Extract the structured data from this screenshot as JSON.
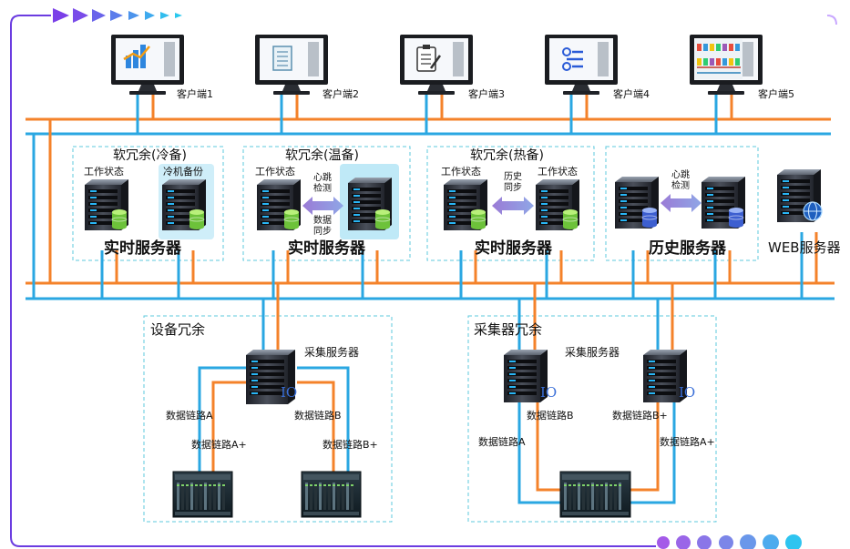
{
  "clients": [
    {
      "label": "客户端1",
      "screen": "bar-chart-icon"
    },
    {
      "label": "客户端2",
      "screen": "document-icon"
    },
    {
      "label": "客户端3",
      "screen": "clipboard-icon"
    },
    {
      "label": "客户端4",
      "screen": "flow-icon"
    },
    {
      "label": "客户端5",
      "screen": "process-screen-icon"
    }
  ],
  "groups": {
    "cold": {
      "title": "软冗余(冷备)",
      "left_status": "工作状态",
      "right_status": "冷机备份",
      "server": "实时服务器"
    },
    "warm": {
      "title": "软冗余(温备)",
      "left_status": "工作状态",
      "heartbeat": "心跳\n检测",
      "sync": "数据\n同步",
      "server": "实时服务器"
    },
    "hot": {
      "title": "软冗余(热备)",
      "left_status": "工作状态",
      "sync": "历史\n同步",
      "right_status": "工作状态",
      "server": "实时服务器"
    },
    "history": {
      "heartbeat": "心跳\n检测",
      "server": "历史服务器"
    },
    "web": {
      "server": "WEB服务器"
    }
  },
  "device": {
    "title": "设备冗余",
    "collector": "采集服务器",
    "io": "IO",
    "link_a": "数据链路A",
    "link_a2": "数据链路A+",
    "link_b": "数据链路B",
    "link_b2": "数据链路B+"
  },
  "collector_group": {
    "title": "采集器冗余",
    "collector": "采集服务器",
    "io_left": "IO",
    "io_right": "IO",
    "link_b": "数据链路B",
    "link_b2": "数据链路B+",
    "link_a": "数据链路A",
    "link_a2": "数据链路A+"
  },
  "colors": {
    "orange": "#f4822a",
    "blue": "#2aa7e2",
    "purple": "#8a3fe0",
    "dash": "#5cc8de",
    "highlight": "#cfeef9"
  }
}
